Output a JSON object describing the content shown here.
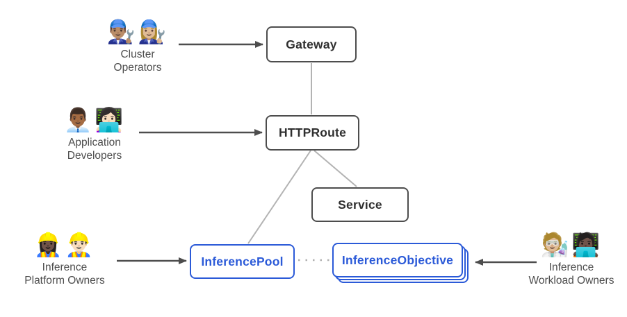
{
  "diagram": {
    "description": "Gateway API inference extension resource model diagram"
  },
  "colors": {
    "background": "#ffffff",
    "node_border_dark": "#4d4d4d",
    "node_text_dark": "#2f2f2f",
    "accent_blue": "#2b5ad8",
    "connector_gray": "#b3b3b3",
    "dotted_gray": "#b0b0b0",
    "arrow_dark": "#4d4d4d",
    "actor_label_gray": "#4d4d4d"
  },
  "nodes": {
    "gateway": {
      "label": "Gateway"
    },
    "httproute": {
      "label": "HTTPRoute"
    },
    "service": {
      "label": "Service"
    },
    "inference_pool": {
      "label": "InferencePool"
    },
    "inference_objective": {
      "label": "InferenceObjective",
      "stacked_copies": 3
    }
  },
  "actors": {
    "cluster_operators": {
      "emoji": "👨🏽‍🔧👩🏼‍🔧",
      "label_line1": "Cluster",
      "label_line2": "Operators"
    },
    "application_developers": {
      "emoji": "👨🏾‍💼👩🏻‍💻",
      "label_line1": "Application",
      "label_line2": "Developers"
    },
    "inference_platform_owners": {
      "emoji": "👷🏿‍♀️👷🏻‍♂️",
      "label_line1": "Inference",
      "label_line2": "Platform Owners"
    },
    "inference_workload_owners": {
      "emoji": "🧑🏼‍🔬🧑🏿‍💻",
      "label_line1": "Inference",
      "label_line2": "Workload Owners"
    }
  },
  "edges": [
    {
      "from": "Gateway",
      "to": "HTTPRoute",
      "style": "solid-gray-line"
    },
    {
      "from": "HTTPRoute",
      "to": "Service",
      "style": "solid-gray-line"
    },
    {
      "from": "HTTPRoute",
      "to": "InferencePool",
      "style": "solid-gray-line"
    },
    {
      "from": "InferencePool",
      "to": "InferenceObjective",
      "style": "dotted-gray-line"
    },
    {
      "from": "Cluster Operators",
      "to": "Gateway",
      "style": "dark-arrow"
    },
    {
      "from": "Application Developers",
      "to": "HTTPRoute",
      "style": "dark-arrow"
    },
    {
      "from": "Inference Platform Owners",
      "to": "InferencePool",
      "style": "dark-arrow"
    },
    {
      "from": "Inference Workload Owners",
      "to": "InferenceObjective",
      "style": "dark-arrow"
    }
  ]
}
